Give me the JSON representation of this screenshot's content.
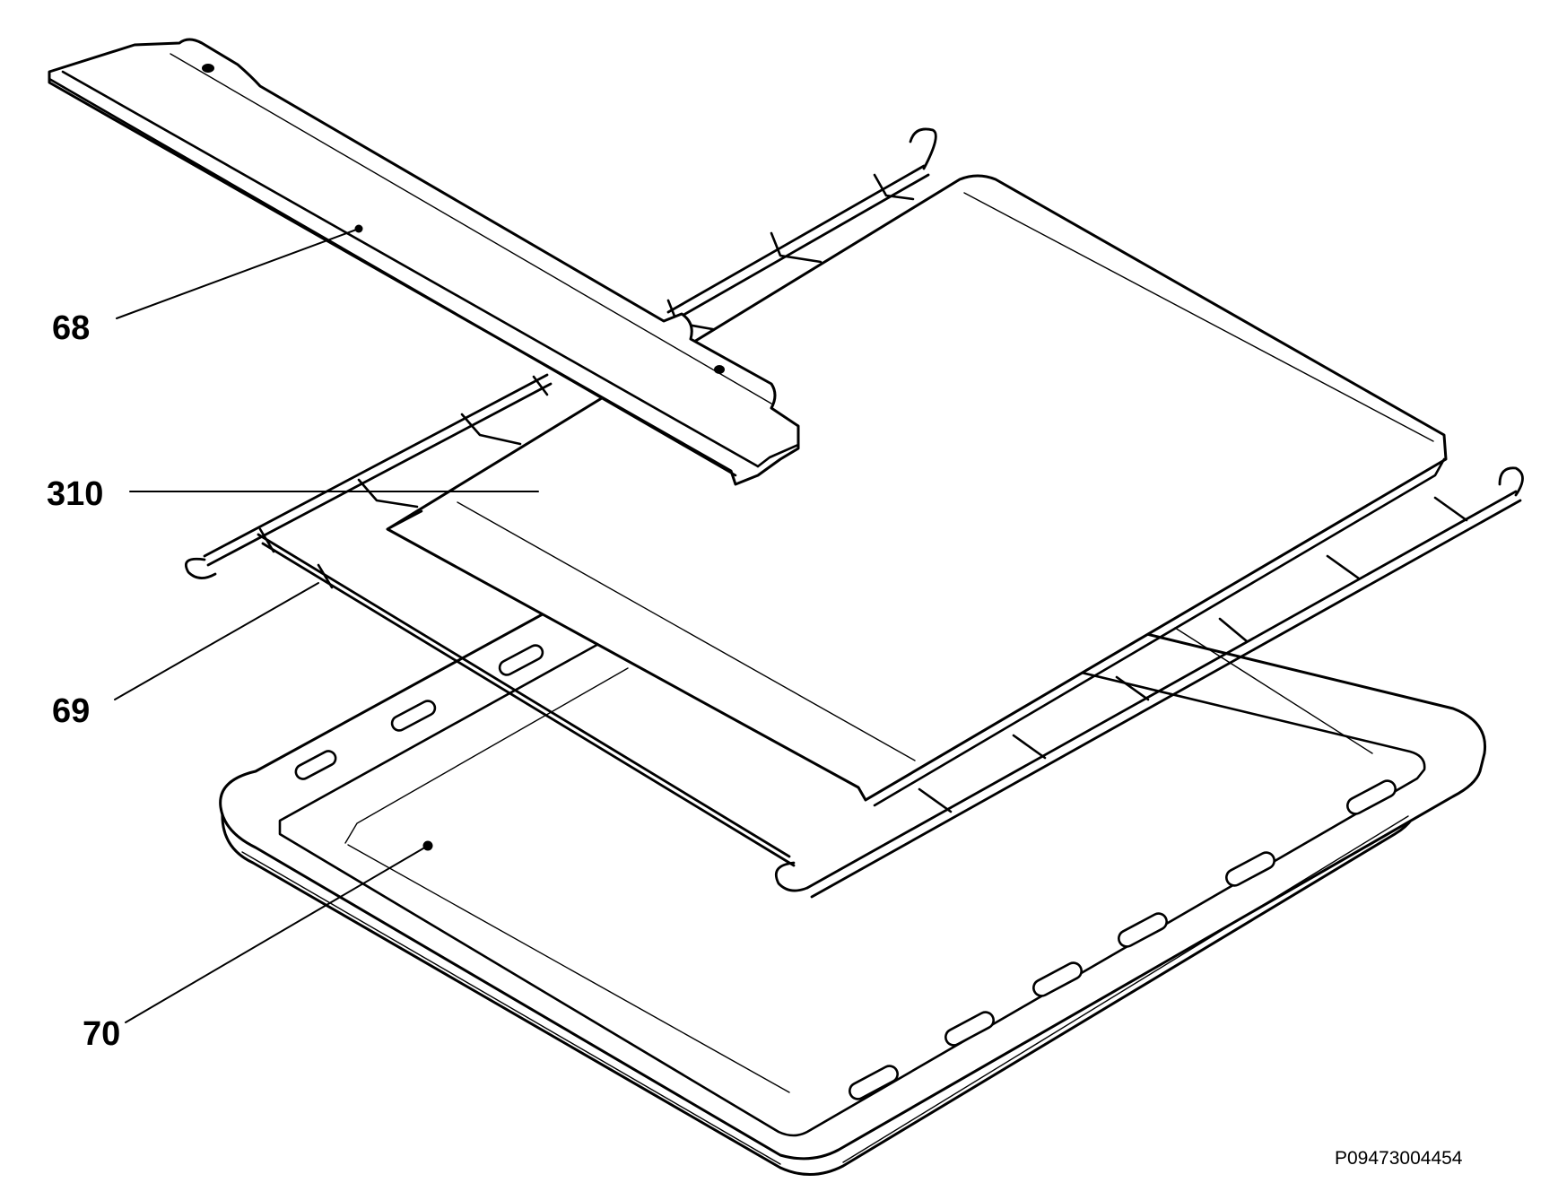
{
  "diagram": {
    "callouts": [
      {
        "id": "68",
        "label": "68"
      },
      {
        "id": "310",
        "label": "310"
      },
      {
        "id": "69",
        "label": "69"
      },
      {
        "id": "70",
        "label": "70"
      }
    ],
    "reference_code": "P09473004454"
  }
}
